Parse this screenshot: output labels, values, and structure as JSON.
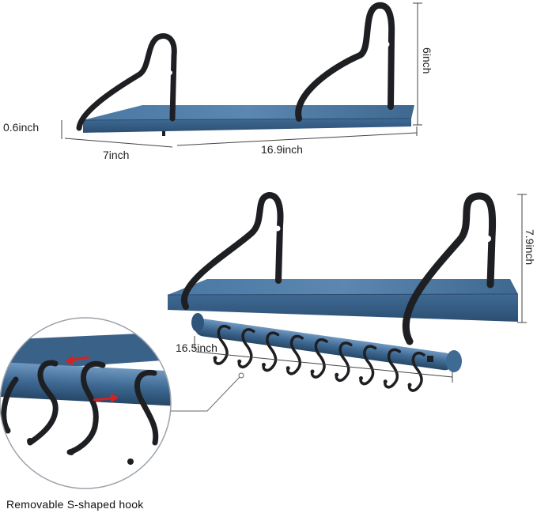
{
  "shelf_top": {
    "height_label": "6inch",
    "thickness_label": "0.6inch",
    "depth_label": "7inch",
    "length_label": "16.9inch"
  },
  "shelf_bottom": {
    "height_label": "7.9inch",
    "rod_length_label": "16.5inch",
    "hook_count": 9
  },
  "detail": {
    "caption": "Removable S-shaped hook"
  },
  "colors": {
    "wood": "#3f6a94",
    "wood_dark": "#2c4f73",
    "metal": "#1e1f22",
    "accent_arrow": "#d22222"
  }
}
